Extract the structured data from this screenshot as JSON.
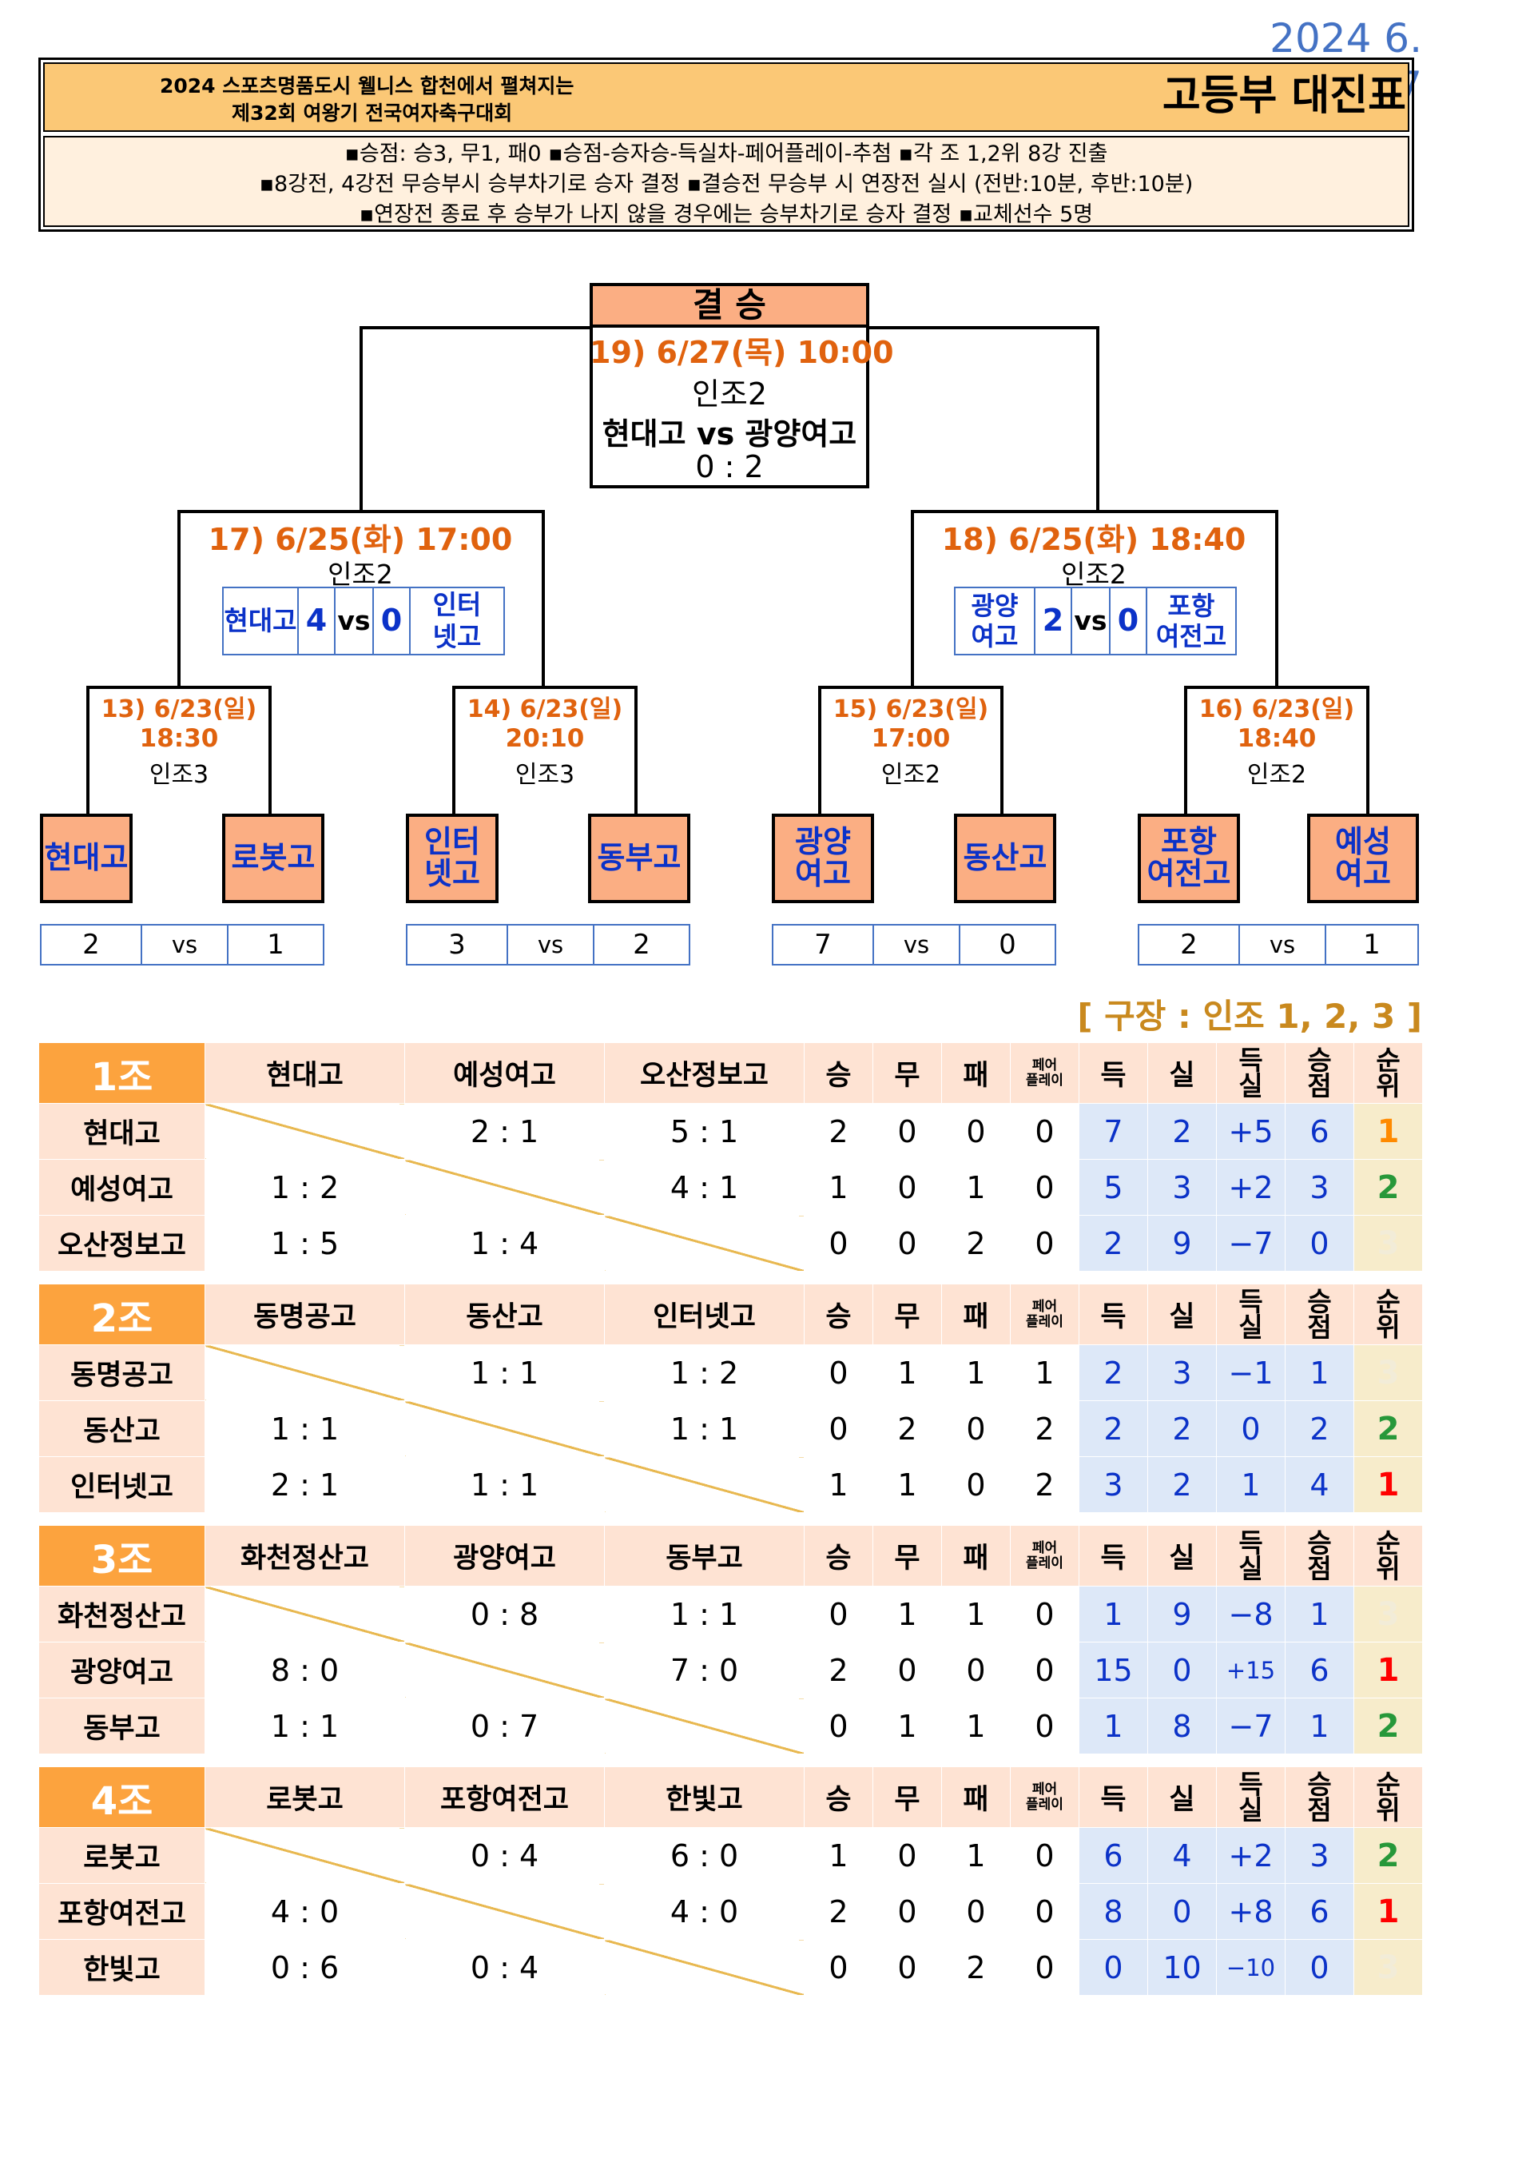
{
  "date": "2024  6.  27",
  "header": {
    "subtitle_1": "2024 스포츠명품도시 웰니스 합천에서 펼쳐지는",
    "subtitle_2": "제32회 여왕기 전국여자축구대회",
    "title": "고등부  대진표",
    "rules": [
      "▪승점: 승3, 무1, 패0     ▪승점-승자승-득실차-페어플레이-추첨  ▪각 조 1,2위 8강 진출",
      "▪8강전, 4강전 무승부시 승부차기로 승자 결정  ▪결승전 무승부 시 연장전 실시 (전반:10분, 후반:10분)",
      "▪연장전 종료 후 승부가 나지 않을 경우에는 승부차기로 승자 결정  ▪교체선수 5명"
    ]
  },
  "final": {
    "label": "결 승",
    "time": "19) 6/27(목) 10:00",
    "venue": "인조2",
    "teams": "현대고 vs 광양여고",
    "score": "0 : 2"
  },
  "semis": [
    {
      "time": "17) 6/25(화) 17:00",
      "venue": "인조2",
      "team_a": "현대고",
      "score_a": "4",
      "vs": "vs",
      "score_b": "0",
      "team_b": "인터\n넷고"
    },
    {
      "time": "18) 6/25(화) 18:40",
      "venue": "인조2",
      "team_a": "광양\n여고",
      "score_a": "2",
      "vs": "vs",
      "score_b": "0",
      "team_b": "포항\n여전고"
    }
  ],
  "quarters": [
    {
      "time": "13) 6/23(일)",
      "clock": "18:30",
      "venue": "인조3",
      "team_a": "현대고",
      "team_b": "로봇고",
      "score_a": "2",
      "vs": "vs",
      "score_b": "1"
    },
    {
      "time": "14) 6/23(일)",
      "clock": "20:10",
      "venue": "인조3",
      "team_a": "인터\n넷고",
      "team_b": "동부고",
      "score_a": "3",
      "vs": "vs",
      "score_b": "2"
    },
    {
      "time": "15) 6/23(일)",
      "clock": "17:00",
      "venue": "인조2",
      "team_a": "광양\n여고",
      "team_b": "동산고",
      "score_a": "7",
      "vs": "vs",
      "score_b": "0"
    },
    {
      "time": "16) 6/23(일)",
      "clock": "18:40",
      "venue": "인조2",
      "team_a": "포항\n여전고",
      "team_b": "예성\n여고",
      "score_a": "2",
      "vs": "vs",
      "score_b": "1"
    }
  ],
  "venue_note": "[ 구장 : 인조 1, 2, 3 ]",
  "stat_headers": {
    "win": "승",
    "draw": "무",
    "loss": "패",
    "fairplay": "페어\n플레이",
    "gf": "득",
    "ga": "실",
    "gd": "득\n실",
    "pts": "승\n점",
    "rank": "순\n위"
  },
  "groups": [
    {
      "label": "1조",
      "teams": [
        "현대고",
        "예성여고",
        "오산정보고"
      ],
      "rows": [
        {
          "team": "현대고",
          "results": [
            "",
            "2 : 1",
            "5 : 1"
          ],
          "w": "2",
          "d": "0",
          "l": "0",
          "fp": "0",
          "gf": "7",
          "ga": "2",
          "gd": "+5",
          "pts": "6",
          "rank": "1"
        },
        {
          "team": "예성여고",
          "results": [
            "1 : 2",
            "",
            "4 : 1"
          ],
          "w": "1",
          "d": "0",
          "l": "1",
          "fp": "0",
          "gf": "5",
          "ga": "3",
          "gd": "+2",
          "pts": "3",
          "rank": "2"
        },
        {
          "team": "오산정보고",
          "results": [
            "1 : 5",
            "1 : 4",
            ""
          ],
          "w": "0",
          "d": "0",
          "l": "2",
          "fp": "0",
          "gf": "2",
          "ga": "9",
          "gd": "−7",
          "pts": "0",
          "rank": "3"
        }
      ]
    },
    {
      "label": "2조",
      "teams": [
        "동명공고",
        "동산고",
        "인터넷고"
      ],
      "rows": [
        {
          "team": "동명공고",
          "results": [
            "",
            "1 : 1",
            "1 : 2"
          ],
          "w": "0",
          "d": "1",
          "l": "1",
          "fp": "1",
          "gf": "2",
          "ga": "3",
          "gd": "−1",
          "pts": "1",
          "rank": "3"
        },
        {
          "team": "동산고",
          "results": [
            "1 : 1",
            "",
            "1 : 1"
          ],
          "w": "0",
          "d": "2",
          "l": "0",
          "fp": "2",
          "gf": "2",
          "ga": "2",
          "gd": "0",
          "pts": "2",
          "rank": "2"
        },
        {
          "team": "인터넷고",
          "results": [
            "2 : 1",
            "1 : 1",
            ""
          ],
          "w": "1",
          "d": "1",
          "l": "0",
          "fp": "2",
          "gf": "3",
          "ga": "2",
          "gd": "1",
          "pts": "4",
          "rank": "1"
        }
      ]
    },
    {
      "label": "3조",
      "teams": [
        "화천정산고",
        "광양여고",
        "동부고"
      ],
      "rows": [
        {
          "team": "화천정산고",
          "results": [
            "",
            "0 : 8",
            "1 : 1"
          ],
          "w": "0",
          "d": "1",
          "l": "1",
          "fp": "0",
          "gf": "1",
          "ga": "9",
          "gd": "−8",
          "pts": "1",
          "rank": "3"
        },
        {
          "team": "광양여고",
          "results": [
            "8 : 0",
            "",
            "7 : 0"
          ],
          "w": "2",
          "d": "0",
          "l": "0",
          "fp": "0",
          "gf": "15",
          "ga": "0",
          "gd": "+15",
          "pts": "6",
          "rank": "1"
        },
        {
          "team": "동부고",
          "results": [
            "1 : 1",
            "0 : 7",
            ""
          ],
          "w": "0",
          "d": "1",
          "l": "1",
          "fp": "0",
          "gf": "1",
          "ga": "8",
          "gd": "−7",
          "pts": "1",
          "rank": "2"
        }
      ]
    },
    {
      "label": "4조",
      "teams": [
        "로봇고",
        "포항여전고",
        "한빛고"
      ],
      "rows": [
        {
          "team": "로봇고",
          "results": [
            "",
            "0 : 4",
            "6 : 0"
          ],
          "w": "1",
          "d": "0",
          "l": "1",
          "fp": "0",
          "gf": "6",
          "ga": "4",
          "gd": "+2",
          "pts": "3",
          "rank": "2"
        },
        {
          "team": "포항여전고",
          "results": [
            "4 : 0",
            "",
            "4 : 0"
          ],
          "w": "2",
          "d": "0",
          "l": "0",
          "fp": "0",
          "gf": "8",
          "ga": "0",
          "gd": "+8",
          "pts": "6",
          "rank": "1"
        },
        {
          "team": "한빛고",
          "results": [
            "0 : 6",
            "0 : 4",
            ""
          ],
          "w": "0",
          "d": "0",
          "l": "2",
          "fp": "0",
          "gf": "0",
          "ga": "10",
          "gd": "−10",
          "pts": "0",
          "rank": "3"
        }
      ]
    }
  ],
  "colors": {
    "header_orange": "#fbc876",
    "rules_bg": "#fff0de",
    "team_box": "#fbae83",
    "group_label": "#fca33e",
    "time_text": "#e0620e",
    "team_text": "#0b32c8",
    "rank_first": "#ff0000",
    "rank_second": "#27983a"
  }
}
